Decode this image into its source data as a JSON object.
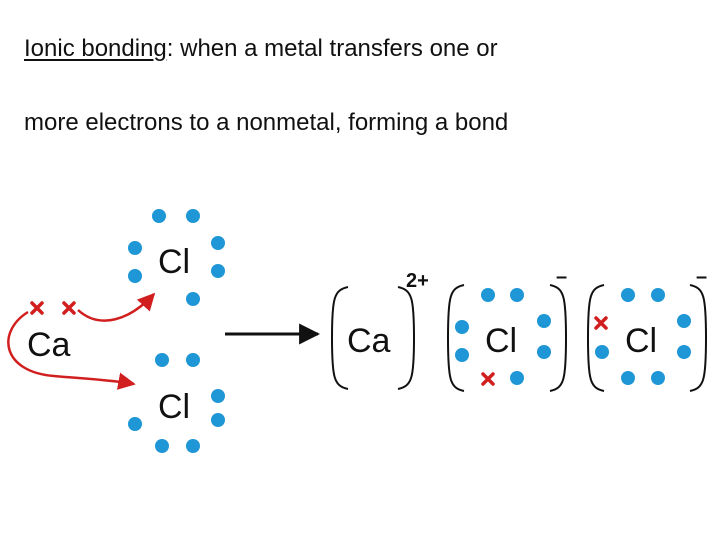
{
  "text": {
    "term": "Ionic bonding",
    "line1_rest": ": when a metal transfers one or",
    "line2": "more electrons to a nonmetal, forming a bond"
  },
  "diagram": {
    "reactant_metal": "Ca",
    "reactant_nonmetal_1": "Cl",
    "reactant_nonmetal_2": "Cl",
    "product_cation": "Ca",
    "product_cation_charge": "2+",
    "product_anion_1": "Cl",
    "product_anion_1_charge": "–",
    "product_anion_2": "Cl",
    "product_anion_2_charge": "–"
  },
  "colors": {
    "valence_electron": "#1f96d6",
    "transferred_electron": "#d11f1f",
    "transfer_arrow": "#d11f1f",
    "text": "#111111"
  }
}
